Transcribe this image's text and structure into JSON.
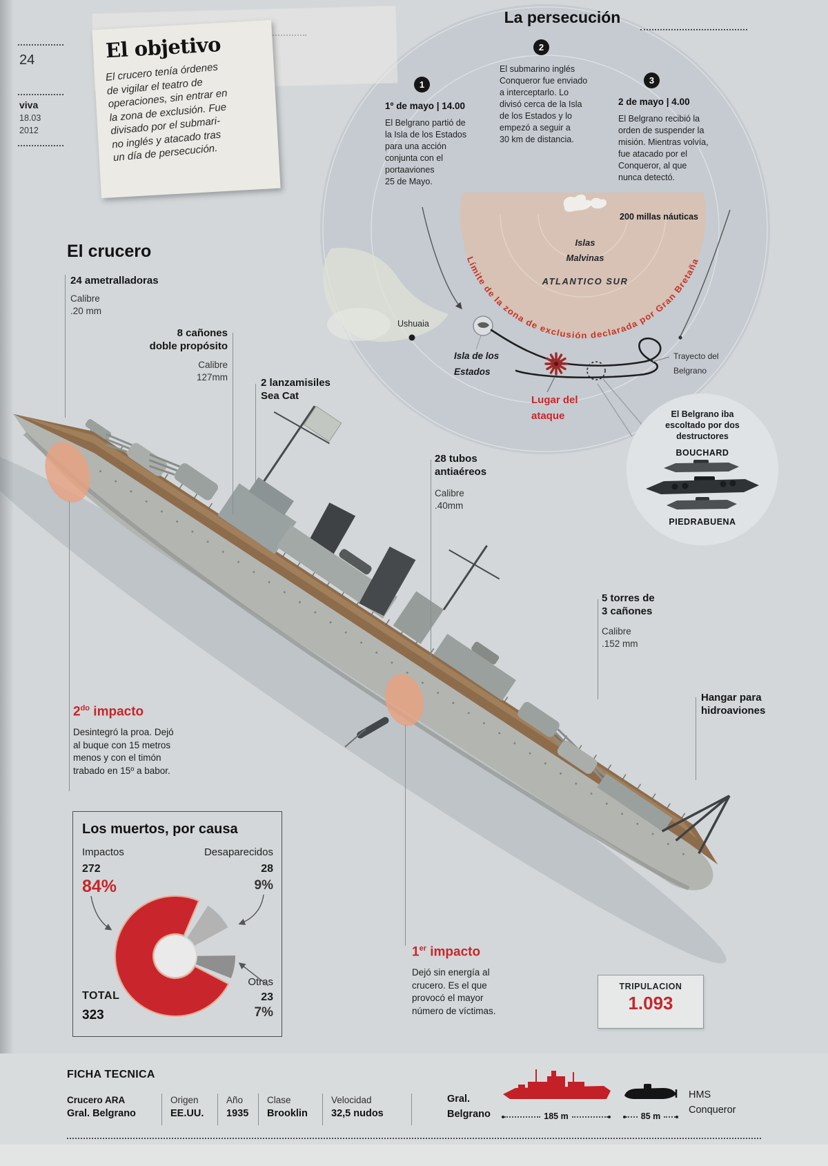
{
  "page": {
    "number": "24",
    "magazine": "viva",
    "date1": "18.03",
    "date2": "2012"
  },
  "objetivo": {
    "title": "El objetivo",
    "body": "El crucero tenía órdenes\nde vigilar el teatro de\noperaciones, sin entrar en\nla zona de exclusión. Fue\ndivisado por el submari-\nno inglés y atacado tras\nun día de persecución."
  },
  "persecucion": {
    "title": "La persecución",
    "steps": [
      {
        "badge": "1",
        "heading": "1º de mayo | 14.00",
        "body": "El Belgrano partió de\nla Isla de los Estados\npara una acción\nconjunta con el\nportaaviones\n25 de Mayo."
      },
      {
        "badge": "2",
        "heading": "",
        "body": "El submarino inglés\nConqueror fue enviado\na interceptarlo. Lo\ndivisó cerca de la Isla\nde los Estados y lo\nempezó a seguir a\n30 km de distancia."
      },
      {
        "badge": "3",
        "heading": "2 de mayo | 4.00",
        "body": "El Belgrano recibió la\norden de suspender la\nmisión. Mientras volvía,\nfue atacado por el\nConqueror, al que\nnunca detectó."
      }
    ]
  },
  "map": {
    "islands_label": [
      "Islas",
      "Malvinas"
    ],
    "ocean_label": "ATLANTICO SUR",
    "radius_label": "200 millas náuticas",
    "exclusion_label": "Límite de la zona de exclusión declarada por Gran Bretaña",
    "ushuaia": "Ushuaia",
    "isla_estados": [
      "Isla de los",
      "Estados"
    ],
    "attack_label": [
      "Lugar del",
      "ataque"
    ],
    "route_label": [
      "Trayecto del",
      "Belgrano"
    ]
  },
  "escort": {
    "intro": [
      "El Belgrano iba",
      "escoltado por dos",
      "destructores"
    ],
    "top_ship": "BOUCHARD",
    "bottom_ship": "PIEDRABUENA"
  },
  "crucero": {
    "title": "El crucero",
    "weapons": [
      {
        "name": "24 ametralladoras",
        "detail": "Calibre\n.20 mm"
      },
      {
        "name": "8 cañones\ndoble propósito",
        "detail": "Calibre\n127mm"
      },
      {
        "name": "2 lanzamisiles\nSea Cat",
        "detail": ""
      },
      {
        "name": "28 tubos\nantiaéreos",
        "detail": "Calibre\n.40mm"
      },
      {
        "name": "5 torres de\n3 cañones",
        "detail": "Calibre\n.152 mm"
      },
      {
        "name": "Hangar para\nhidroaviones",
        "detail": ""
      }
    ]
  },
  "impactos": {
    "second": {
      "num": "2",
      "sup": "do",
      "word": " impacto",
      "body": "Desintegró la proa. Dejó\nal buque con 15 metros\nmenos y con el timón\ntrabado en 15º a babor."
    },
    "first": {
      "num": "1",
      "sup": "er",
      "word": " impacto",
      "body": "Dejó sin energía al\ncrucero. Es el que\nprovocó el mayor\nnúmero de víctimas."
    }
  },
  "chart_data": {
    "type": "pie",
    "donut": true,
    "title": "Los muertos, por causa",
    "slices": [
      {
        "label": "Impactos",
        "value": 272,
        "pct": 84,
        "pct_label": "84%",
        "color": "#c9252c"
      },
      {
        "label": "Desaparecidos",
        "value": 28,
        "pct": 9,
        "pct_label": "9%",
        "color": "#b3b3b3"
      },
      {
        "label": "Otras",
        "value": 23,
        "pct": 7,
        "pct_label": "7%",
        "color": "#8f8f8f"
      }
    ],
    "total_label": "TOTAL",
    "total": "323",
    "legend_position": "around",
    "grid": false
  },
  "tripulacion": {
    "label": "TRIPULACION",
    "value": "1.093"
  },
  "ficha": {
    "title": "FICHA TECNICA",
    "cols": [
      {
        "label": "Crucero ARA",
        "value": "Gral. Belgrano"
      },
      {
        "label": "Origen",
        "value": "EE.UU."
      },
      {
        "label": "Año",
        "value": "1935"
      },
      {
        "label": "Clase",
        "value": "Brooklin"
      },
      {
        "label": "Velocidad",
        "value": "32,5 nudos"
      }
    ],
    "comparison": {
      "ship_name": "Gral.\nBelgrano",
      "ship_length": "185 m",
      "sub_name": "HMS\nConqueror",
      "sub_length": "85 m"
    }
  }
}
